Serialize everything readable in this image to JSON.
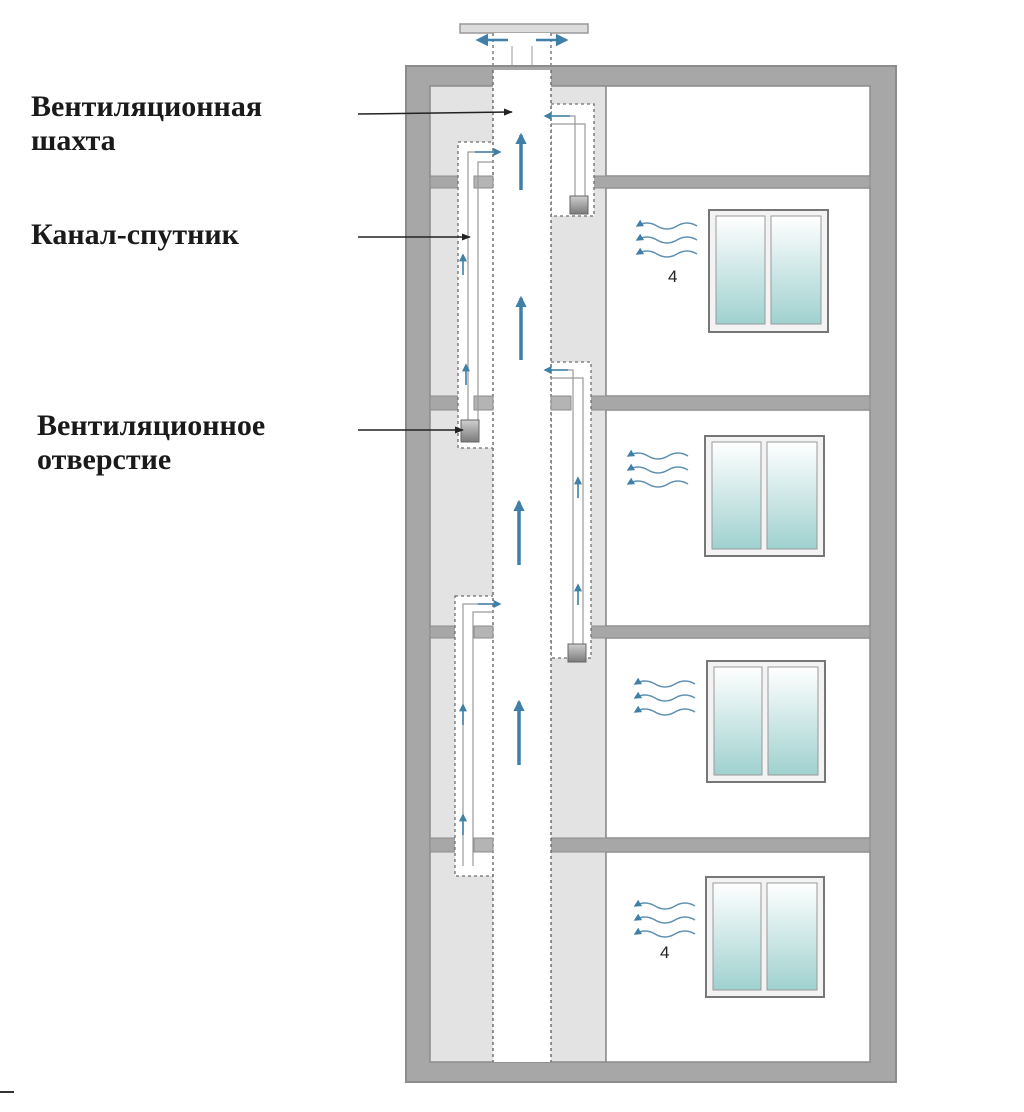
{
  "labels": {
    "shaft": [
      "Вентиляционная",
      "шахта"
    ],
    "satellite": "Канал-спутник",
    "vent_opening": [
      "Вентиляционное",
      "отверстие"
    ]
  },
  "window_numbers": [
    "4",
    "4"
  ],
  "colors": {
    "wall": "#a7a7a7",
    "wall_stroke": "#8c8c8c",
    "shaft_zone": "#e3e3e3",
    "room": "#ffffff",
    "glass_top": "#ffffff",
    "glass_bottom": "#9fd1cf",
    "arrow": "#3f7fa8",
    "airflow": "#5f8fb0",
    "pointer": "#222222",
    "text": "#1a1a1a"
  }
}
